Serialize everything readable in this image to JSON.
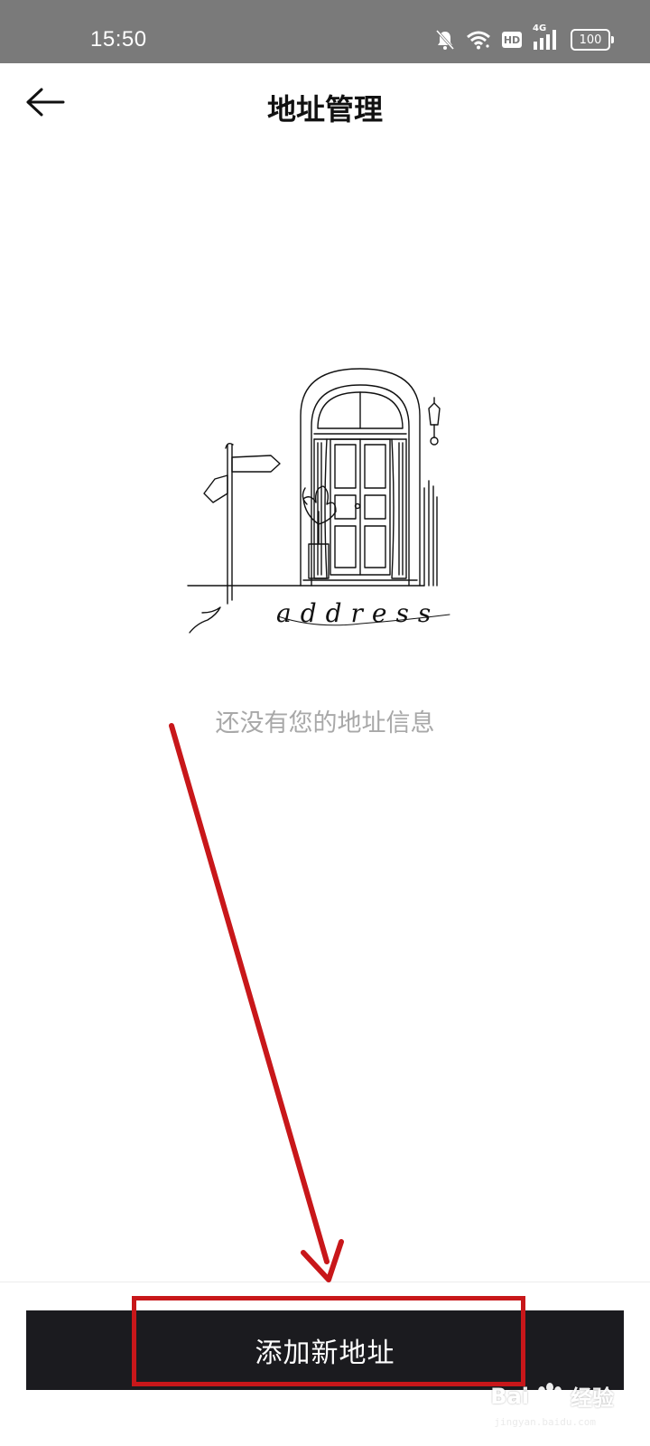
{
  "status_bar": {
    "time": "15:50",
    "network": "4G",
    "hd_label": "HD",
    "battery": "100",
    "icons": [
      "bell-muted-icon",
      "wifi-icon",
      "hd-icon",
      "4g-signal-icon",
      "battery-icon"
    ]
  },
  "header": {
    "title": "地址管理",
    "back_icon": "arrow-left-icon"
  },
  "empty_state": {
    "illustration_word": "address",
    "message": "还没有您的地址信息"
  },
  "footer": {
    "add_button_label": "添加新地址"
  },
  "annotation": {
    "color": "#c8171a"
  },
  "watermark": {
    "brand": "Bai",
    "brand_suffix": "经验",
    "sub": "jingyan.baidu.com"
  },
  "colors": {
    "status_bar_bg": "#7a7a7a",
    "button_bg": "#1b1b1f",
    "message_text": "#a8a8a8"
  }
}
